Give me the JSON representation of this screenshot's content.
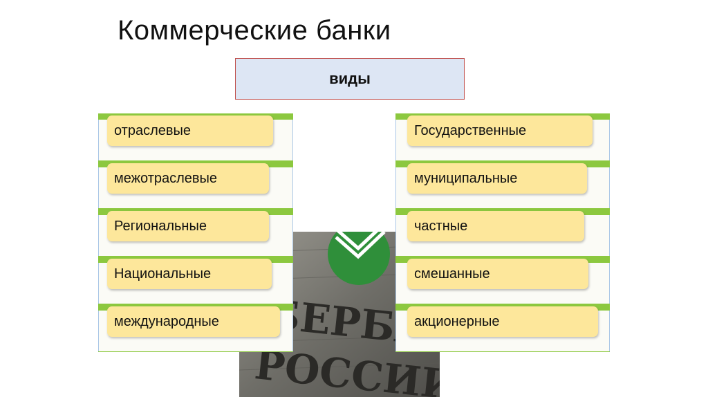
{
  "title": "Коммерческие банки",
  "types_label": "виды",
  "left_items": [
    "отраслевые",
    "межотраслевые",
    "Региональные",
    "Национальные",
    "международные"
  ],
  "right_items": [
    "Государственные",
    "муниципальные",
    "частные",
    "смешанные",
    "акционерные"
  ],
  "photo": {
    "sign_text": "СБЕРБАНК РОССИИ"
  },
  "colors": {
    "strip_green": "#8cc83f",
    "item_fill": "#fde79b",
    "header_fill": "#dde6f4",
    "header_border": "#c0504d"
  }
}
